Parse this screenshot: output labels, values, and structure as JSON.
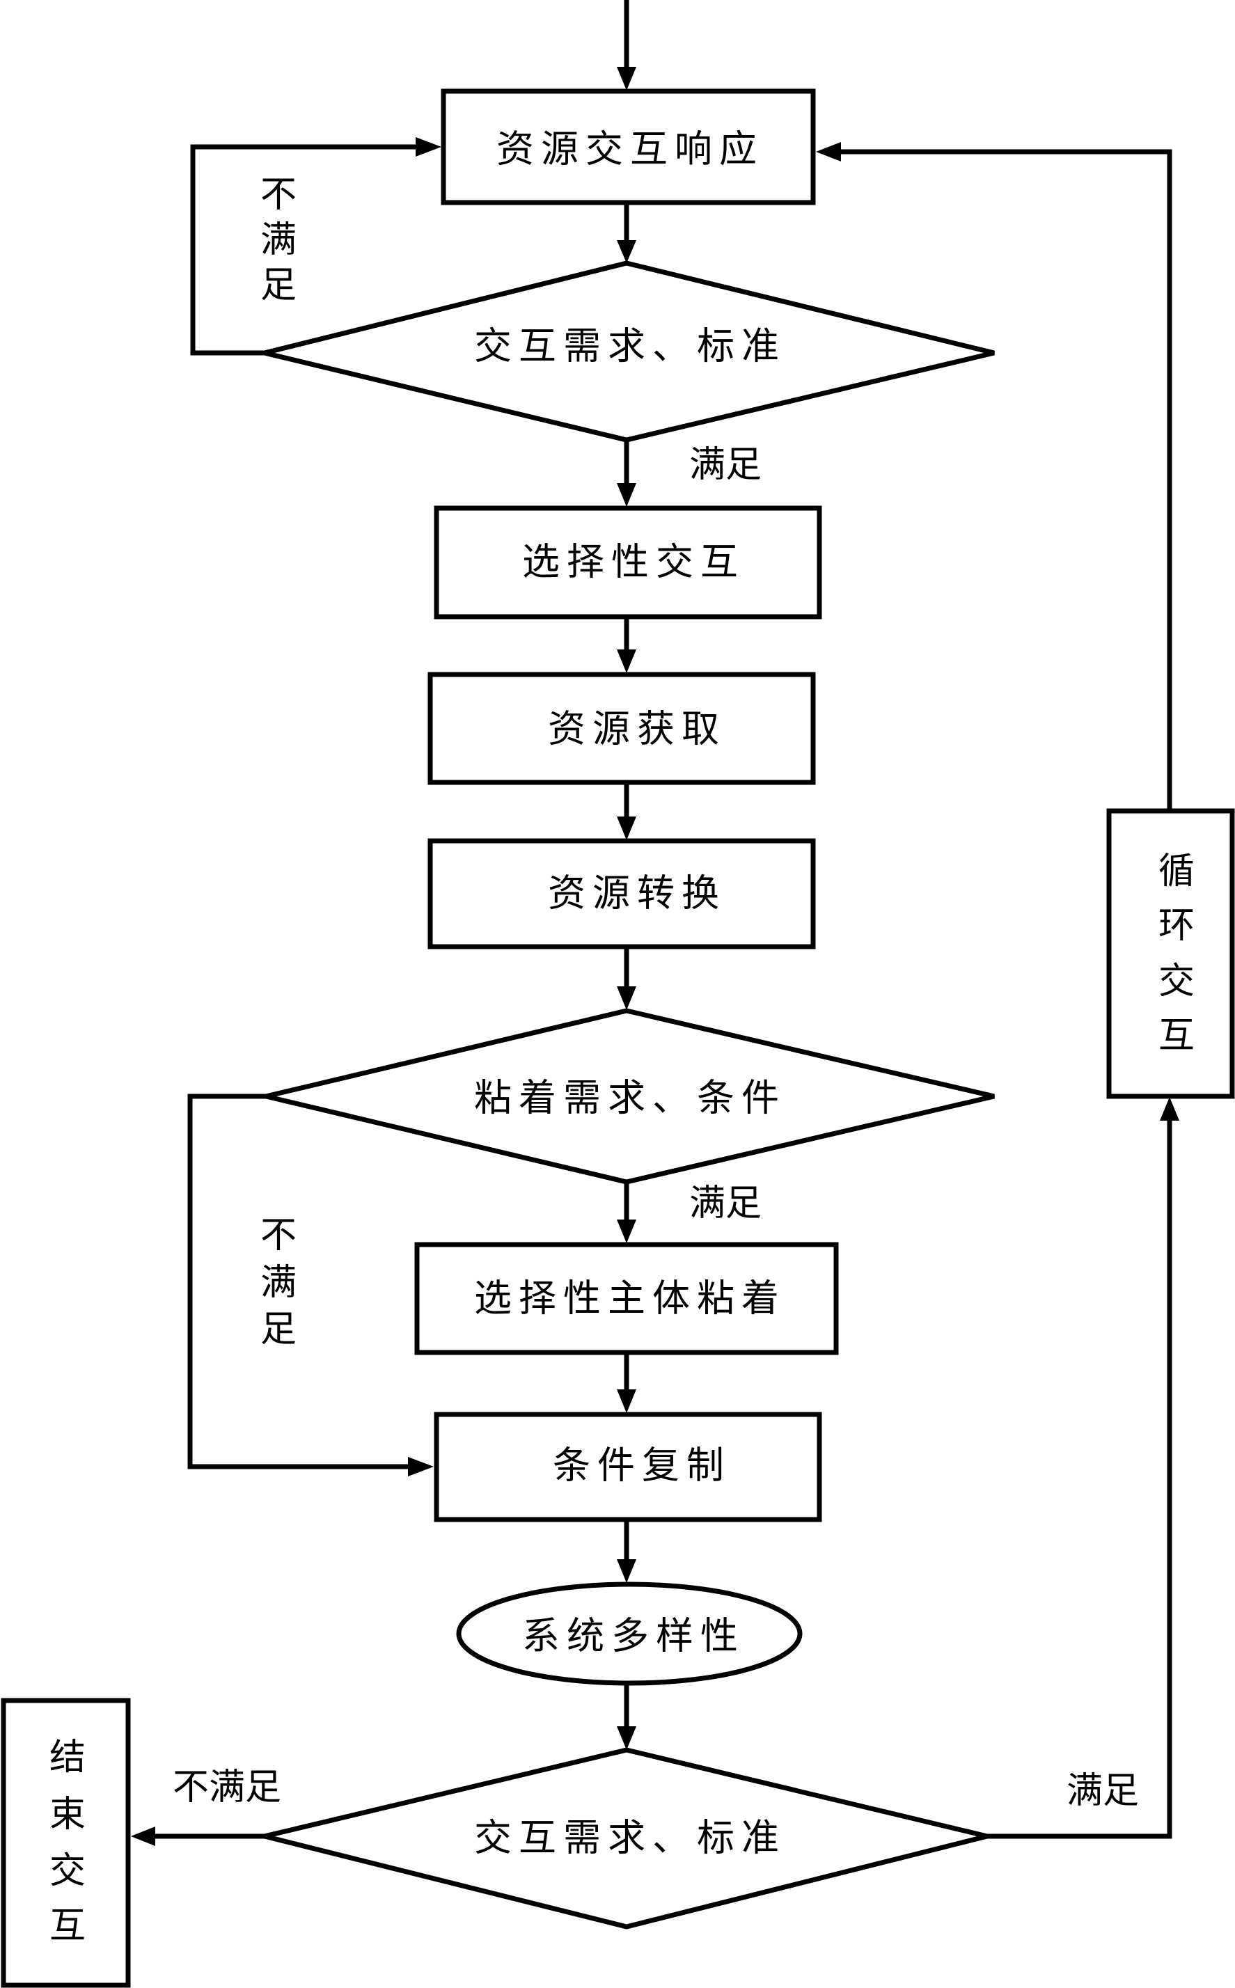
{
  "diagram": {
    "type": "flowchart",
    "colors": {
      "stroke": "#000000",
      "background": "#ffffff",
      "text": "#000000"
    },
    "nodes": {
      "resource_response": {
        "label": "资源交互响应",
        "shape": "rectangle"
      },
      "decision_interaction_1": {
        "label": "交互需求、标准",
        "shape": "diamond"
      },
      "selective_interaction": {
        "label": "选择性交互",
        "shape": "rectangle"
      },
      "resource_acquisition": {
        "label": "资源获取",
        "shape": "rectangle"
      },
      "resource_conversion": {
        "label": "资源转换",
        "shape": "rectangle"
      },
      "decision_adhesion": {
        "label": "粘着需求、条件",
        "shape": "diamond"
      },
      "selective_adhesion": {
        "label": "选择性主体粘着",
        "shape": "rectangle"
      },
      "condition_replication": {
        "label": "条件复制",
        "shape": "rectangle"
      },
      "system_diversity": {
        "label": "系统多样性",
        "shape": "ellipse"
      },
      "decision_interaction_2": {
        "label": "交互需求、标准",
        "shape": "diamond"
      },
      "end_interaction": {
        "label": [
          "结",
          "束",
          "交",
          "互"
        ],
        "shape": "rectangle-vertical"
      },
      "loop_interaction": {
        "label": [
          "循",
          "环",
          "交",
          "互"
        ],
        "shape": "rectangle-vertical"
      }
    },
    "edge_labels": {
      "d1_no": [
        "不",
        "满",
        "足"
      ],
      "d1_yes": "满足",
      "d2_no": [
        "不",
        "满",
        "足"
      ],
      "d2_yes": "满足",
      "d3_no": "不满足",
      "d3_yes": "满足"
    },
    "edges": [
      {
        "from": "start",
        "to": "resource_response"
      },
      {
        "from": "resource_response",
        "to": "decision_interaction_1"
      },
      {
        "from": "decision_interaction_1",
        "to": "resource_response",
        "label": "不满足"
      },
      {
        "from": "decision_interaction_1",
        "to": "selective_interaction",
        "label": "满足"
      },
      {
        "from": "selective_interaction",
        "to": "resource_acquisition"
      },
      {
        "from": "resource_acquisition",
        "to": "resource_conversion"
      },
      {
        "from": "resource_conversion",
        "to": "decision_adhesion"
      },
      {
        "from": "decision_adhesion",
        "to": "selective_adhesion",
        "label": "满足"
      },
      {
        "from": "decision_adhesion",
        "to": "condition_replication",
        "label": "不满足"
      },
      {
        "from": "selective_adhesion",
        "to": "condition_replication"
      },
      {
        "from": "condition_replication",
        "to": "system_diversity"
      },
      {
        "from": "system_diversity",
        "to": "decision_interaction_2"
      },
      {
        "from": "decision_interaction_2",
        "to": "end_interaction",
        "label": "不满足"
      },
      {
        "from": "decision_interaction_2",
        "to": "loop_interaction",
        "label": "满足"
      },
      {
        "from": "loop_interaction",
        "to": "resource_response"
      }
    ]
  }
}
